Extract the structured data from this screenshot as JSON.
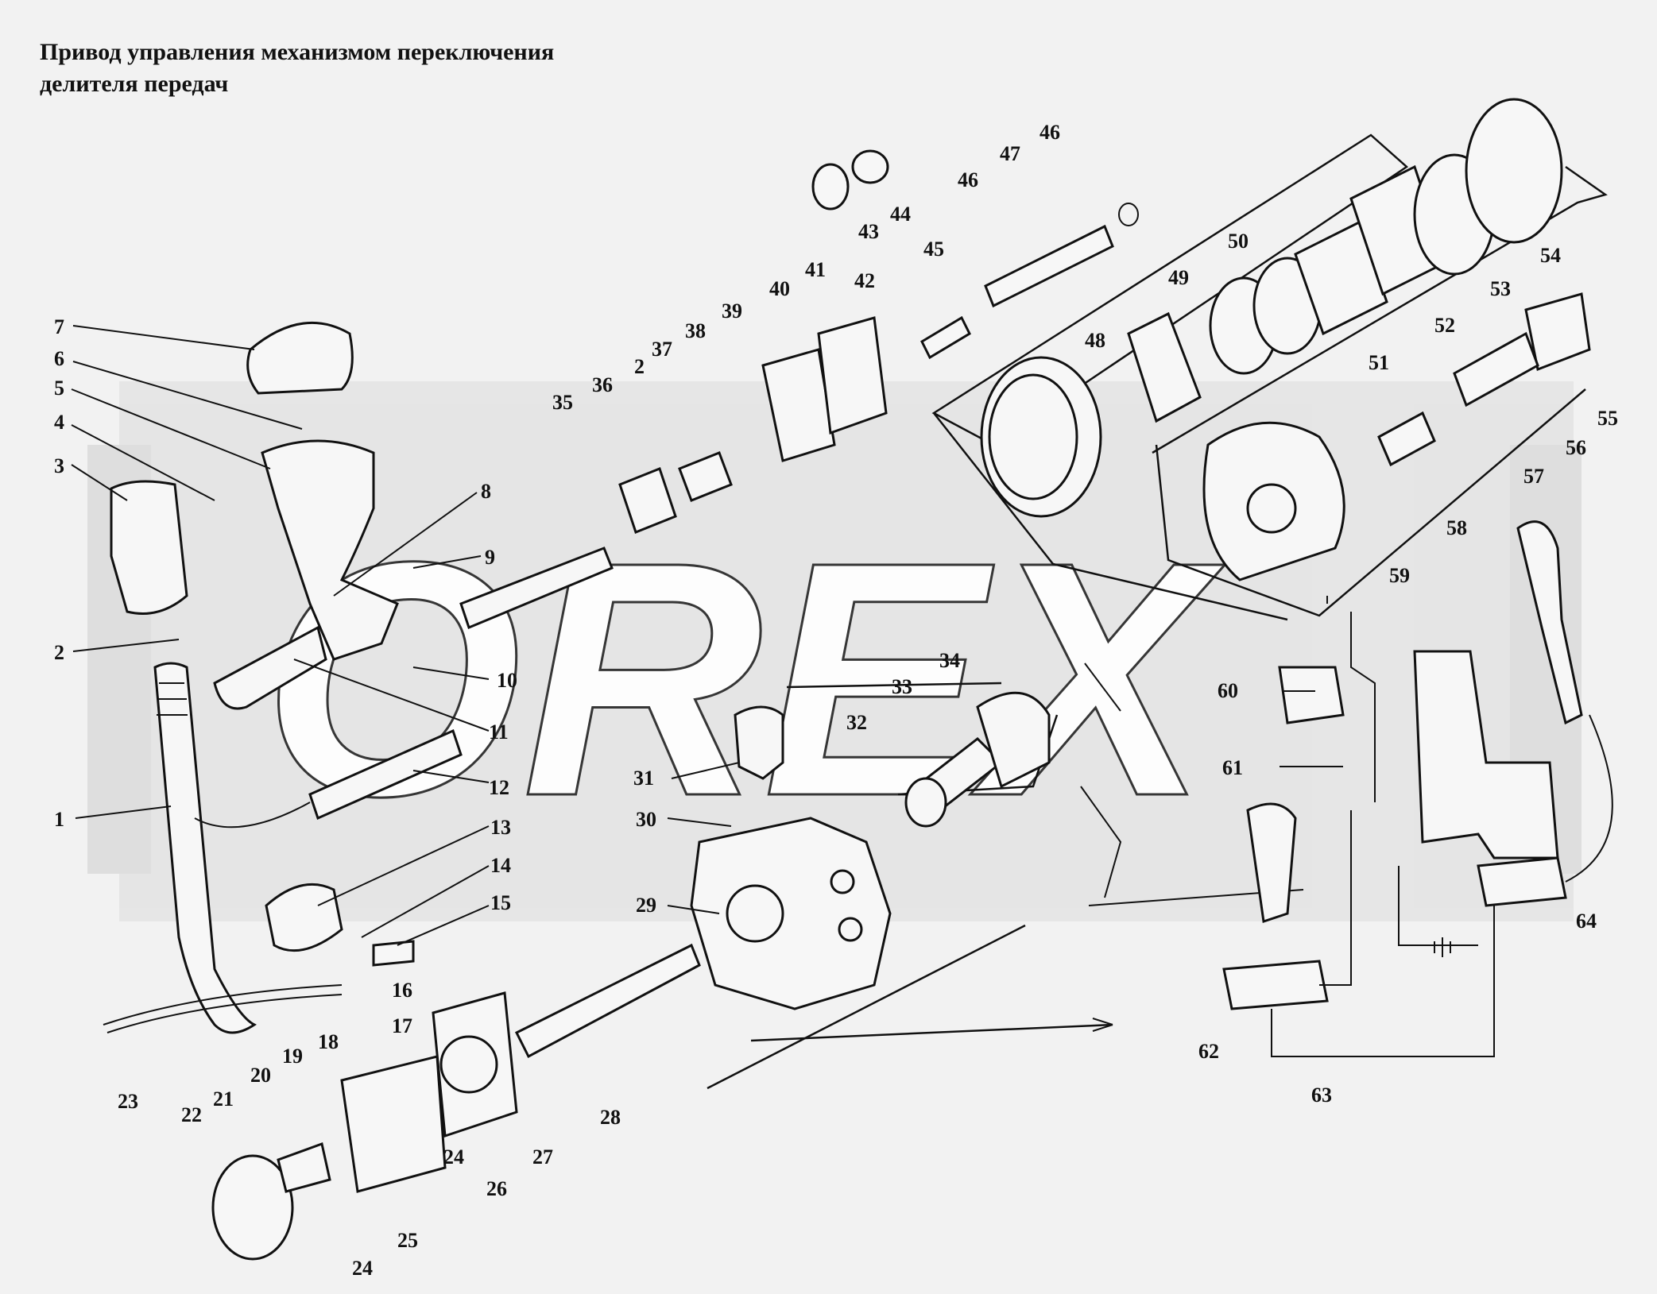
{
  "title": {
    "line1": "Привод управления механизмом переключения",
    "line2": "делителя передач"
  },
  "watermark": {
    "text": "OREX",
    "color": "#d4d4d4",
    "gear_color": "#dedede"
  },
  "callouts": [
    {
      "id": "c1",
      "text": "1"
    },
    {
      "id": "c2a",
      "text": "2"
    },
    {
      "id": "c2b",
      "text": "2"
    },
    {
      "id": "c3",
      "text": "3"
    },
    {
      "id": "c4",
      "text": "4"
    },
    {
      "id": "c5",
      "text": "5"
    },
    {
      "id": "c6",
      "text": "6"
    },
    {
      "id": "c7",
      "text": "7"
    },
    {
      "id": "c8",
      "text": "8"
    },
    {
      "id": "c9",
      "text": "9"
    },
    {
      "id": "c10",
      "text": "10"
    },
    {
      "id": "c11",
      "text": "11"
    },
    {
      "id": "c12",
      "text": "12"
    },
    {
      "id": "c13",
      "text": "13"
    },
    {
      "id": "c14",
      "text": "14"
    },
    {
      "id": "c15",
      "text": "15"
    },
    {
      "id": "c16",
      "text": "16"
    },
    {
      "id": "c17",
      "text": "17"
    },
    {
      "id": "c18",
      "text": "18"
    },
    {
      "id": "c19",
      "text": "19"
    },
    {
      "id": "c20",
      "text": "20"
    },
    {
      "id": "c21",
      "text": "21"
    },
    {
      "id": "c22",
      "text": "22"
    },
    {
      "id": "c23",
      "text": "23"
    },
    {
      "id": "c24a",
      "text": "24"
    },
    {
      "id": "c24b",
      "text": "24"
    },
    {
      "id": "c25",
      "text": "25"
    },
    {
      "id": "c26",
      "text": "26"
    },
    {
      "id": "c27",
      "text": "27"
    },
    {
      "id": "c28",
      "text": "28"
    },
    {
      "id": "c29",
      "text": "29"
    },
    {
      "id": "c30",
      "text": "30"
    },
    {
      "id": "c31",
      "text": "31"
    },
    {
      "id": "c32",
      "text": "32"
    },
    {
      "id": "c33",
      "text": "33"
    },
    {
      "id": "c34",
      "text": "34"
    },
    {
      "id": "c35",
      "text": "35"
    },
    {
      "id": "c36",
      "text": "36"
    },
    {
      "id": "c37",
      "text": "37"
    },
    {
      "id": "c38",
      "text": "38"
    },
    {
      "id": "c39",
      "text": "39"
    },
    {
      "id": "c40",
      "text": "40"
    },
    {
      "id": "c41",
      "text": "41"
    },
    {
      "id": "c42",
      "text": "42"
    },
    {
      "id": "c43",
      "text": "43"
    },
    {
      "id": "c44",
      "text": "44"
    },
    {
      "id": "c45",
      "text": "45"
    },
    {
      "id": "c46a",
      "text": "46"
    },
    {
      "id": "c46b",
      "text": "46"
    },
    {
      "id": "c47",
      "text": "47"
    },
    {
      "id": "c48",
      "text": "48"
    },
    {
      "id": "c49",
      "text": "49"
    },
    {
      "id": "c50",
      "text": "50"
    },
    {
      "id": "c51",
      "text": "51"
    },
    {
      "id": "c52",
      "text": "52"
    },
    {
      "id": "c53",
      "text": "53"
    },
    {
      "id": "c54",
      "text": "54"
    },
    {
      "id": "c55",
      "text": "55"
    },
    {
      "id": "c56",
      "text": "56"
    },
    {
      "id": "c57",
      "text": "57"
    },
    {
      "id": "c58",
      "text": "58"
    },
    {
      "id": "c59",
      "text": "59"
    },
    {
      "id": "c60",
      "text": "60"
    },
    {
      "id": "c61",
      "text": "61"
    },
    {
      "id": "c62",
      "text": "62"
    },
    {
      "id": "c63",
      "text": "63"
    },
    {
      "id": "c64",
      "text": "64"
    }
  ]
}
